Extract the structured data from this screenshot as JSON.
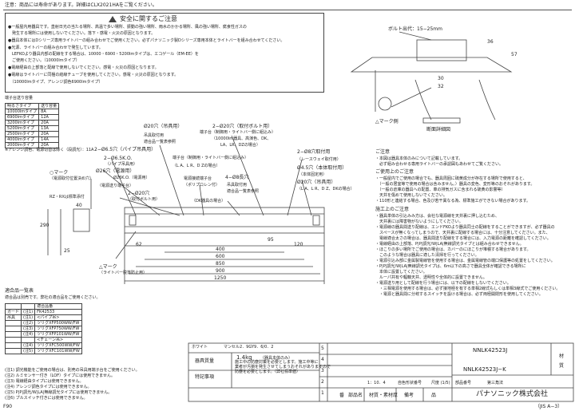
{
  "top_note": "注意：商品には寿命があります。詳細はCLX2021HAをご覧ください。",
  "safety": {
    "title": "安全に関するご注意",
    "lines": [
      "●一般屋内用器具です。直射日光の当たる場所、高温で多い場所、振動の強い場所、雨水のかかる場所、風の強い場所、腐食性ガスの",
      "　発生する場所には使用しないでください。落下・感電・火災の原因となります。",
      "●器具本体にはDシリーズ専用ライトバーの組み合わせでご使用ください。必ずパナソニック製Dシリーズ専用本体とライトバーを組み合わせてください。",
      "●光源、ライトバーの組み合わせで発生しています。",
      "　LEFKOより器具内部の配線をする場合は、10000・6900・5200lmタイプは、エコゲール（EM-EE）を",
      "　ご使用ください。（10000lmタイプ）",
      "●電線経由の上部落と配線で使用しないでください。感電・火災の原因となります。",
      "●電線はライトバーに同梱の結線チューブを使用してください。感電・火災の原因となります。",
      "　（10000lmタイプ、アレンジ調色6900lmタイプ）"
    ]
  },
  "terminal_table": {
    "title": "端子台送り容量",
    "headers": [
      "明るさタイプ",
      "送り容量"
    ],
    "rows": [
      [
        "10000lmタイプ",
        "8A"
      ],
      [
        "6900lmタイプ",
        "12A"
      ],
      [
        "3200lmタイプ",
        "20A"
      ],
      [
        "5200lmタイプ",
        "13A"
      ],
      [
        "2500lmタイプ",
        "20A"
      ],
      [
        "4000lmタイプ",
        "14A"
      ],
      [
        "2000lmタイプ",
        "20A"
      ]
    ],
    "note": "※アレンジ調色、電源切替は除く（段調光）：11A"
  },
  "drawing_labels": {
    "l_20hole": "Ø20穴（吊具用）",
    "l_mounting": "吊具取付用",
    "l_fit": "適合品一覧表参照",
    "l_2_20": "2−Ø20穴（取付ボルト用）",
    "l_terminal1": "端子台（制御用・ライトバー側に組込み）",
    "l_terminal2": "（10000lm器具、高演色、DK、",
    "l_terminal3": "LA、LR、DZの場合）",
    "l_terminal4": "端子台（制御用・ライトバー側に組込み）",
    "l_terminal5": "（L A、L R、D Zの場合）",
    "l_2_6hole": "2−Ø6.5穴（パイプ吊具用）",
    "l_2_65": "2−Ø6.5K.O.",
    "l_pipe": "（パイプ吊具用）",
    "l_26hole": "Ø26穴（電源用）",
    "l_26k": "Ø26K.O.（電源用）",
    "l_2_85": "2−Ø8穴取付用",
    "l_raceway": "（レースウェイ取付用）",
    "l_45": "Ø4.5穴（本体取付用）",
    "l_ship": "（本体固定用）",
    "l_20right": "Ø20穴（吊具用）",
    "l_ladz": "（L A、L R、D Z、DKの場合）",
    "l_power_a": "（電源送り端子台）",
    "l_power_b": "電源接続端子台",
    "l_power_c": "（ポリプロレン付）",
    "l_dk": "（DK器具の場合）",
    "l_4_2": "4−Ø8長穴",
    "l_4_2b": "吊具取付用",
    "l_4_2c": "適合品一覧表参照",
    "l_mark": "○マーク",
    "l_rz": "（電源取付位置決め穴）",
    "l_rz2": "RZ・RXは標準添付",
    "l_2_20b": "2−Ø20穴",
    "l_bolt": "（取付ボルト用）",
    "l_delta": "△マーク",
    "l_lightbar": "（ライトバー脱落防止用）",
    "l_bolt_top": "ボルト出代：15−25mm",
    "l_delta2": "△マーク側",
    "l_section": "断面詳細図",
    "dims": [
      "62",
      "400",
      "600",
      "850",
      "900",
      "1250",
      "95",
      "120",
      "290",
      "25",
      "40",
      "57",
      "36",
      "30",
      "32"
    ]
  },
  "notes": {
    "title1": "ご注意",
    "n1": [
      "・本図は器具本体のみについて記載しています。",
      "　必ず組み合わせる専用ライトバーの承認図もあわせてご覧ください。"
    ],
    "title2": "ご使用上のご注意",
    "n2": [
      "・一般屋内でご使用の場合でも、器具周囲に硫黄成分が存在する場所で使用すると、",
      "　（一般の居室等で使用の場合は含みません。）器具の変色、変形等のおそれがあります。",
      "　（一般の倉庫の器具への配置、車の排気ガスに含まれる硫黄の影響等）",
      "　天井を傷めて使用しないでください。",
      "・110形と連結する場合、色及び若干異なる為、標準施工ができない場合があります。"
    ],
    "title3": "施工上のご注意",
    "n3": [
      "・器具単体の引込みみ方は、会社な電源線を天井裏に押し込むため、",
      "　天井裏には障害物がないようにしてください。",
      "・電源線の器具間送り配線は、エンドFKOより器具同士の配線をすることができますが、必ず器具の",
      "　スペースが無くなってしまうので、天井裏に配線する場合には、十分注意してください。また、",
      "　電線適合太さの場合は、器具間送り配線をする場合には、入力電源の距離を確認してください。",
      "・電線経由の上部落、P|P|調光/W|LA|無線調光タイプとは組み合わせできません。",
      "・ほこりの多い場所でご使用の場合は、カバーのにほこりが堆積する場合があります。",
      "　このような場合は器具に適した清掃を行ってください。",
      "・電源引込み部に金属製電線管を使用する場合は、金属電線管の端口保護等の処置をしてください。",
      "・P|P|調光/W|LA|無線調光タイプは、6m以下の高さで器具全体が確認できる場所に",
      "　本体に設置してください。",
      "　ルーパ共有や輻輳天井、透明性や全体的に設置できません。",
      "・電源送り用として配線を行う場合には、以下の配線をしないでください。",
      "　・三相電源を使用する場合は、必ず接地極を有する単相2線式もしくは単相3線式でご使用ください。",
      "　・電源と器具間に分岐するスイッチを設ける場合は、必ず両極開閉形を使用してください。"
    ]
  },
  "fit_table": {
    "title": "適合品一覧表",
    "subtitle": "適合品は別売です。弊社の適合品をご使用ください。",
    "col_head": "適合品番",
    "rows": [
      [
        "ガード",
        "(注1)",
        "FK42533"
      ],
      [
        "吊具",
        "(注1)",
        "<パイプ吊>"
      ],
      [
        "",
        "(注2)",
        "ツリグXFP500WW/FW"
      ],
      [
        "",
        "(注3)",
        "ツリグXFP750WW/FW"
      ],
      [
        "",
        "(注4)",
        "ツリグXFP101WW/FW"
      ],
      [
        "",
        "",
        "<チェーン吊>"
      ],
      [
        "",
        "(注4)",
        "ツリグXFC500WW/FW"
      ],
      [
        "",
        "(注5)",
        "ツリグXFC101WW/FW"
      ]
    ],
    "footnotes": [
      "(注1) 調光機能をご使用の場合は、別売の吊具用端子台をご使用ください。",
      "(注2) ルミセンサー付き（LOF）タイプには使用できません。",
      "(注3) 電線経由タイプには使用できません。",
      "(注4) アレンジ調色タイプには使用できません。",
      "(注5) P|P|調光/W|LA|無線調光タイプには使用できません。",
      "(注6) プルスイッチ付きには使用できません。"
    ]
  },
  "title_block": {
    "finish_label": "ホワイト",
    "finish_value": "マンセル2．9GY9．6/0．2",
    "mass_label": "器具質量",
    "mass_value": "1.4kg",
    "mass_note": "（器具本体のみ）",
    "special_label": "特記事項",
    "special_text": [
      "施工中の防塵対策を必要とします。施工中等に",
      "業者が汚損を発生させてしまうおそれがありますので",
      "防塵を必要とします。（弊社標準値）"
    ],
    "nums": [
      "5",
      "4",
      "3",
      "2",
      "1"
    ],
    "part_no1": "NNLK42523J",
    "part_no2": "NNLK42523J−K",
    "col_headers": [
      "番",
      "部品名",
      "材質・素材厚",
      "備考"
    ],
    "num_label": "品",
    "scale": "尺度 (1/5)",
    "scale2": "1：10．4",
    "approval_label": "自色形状番号",
    "part_label": "部品番号",
    "company": "パナソニック株式会社",
    "side1": "材",
    "side2": "質",
    "page": "第三角法"
  },
  "footer": {
    "left": "F90",
    "right": "（JIS A−3）"
  }
}
